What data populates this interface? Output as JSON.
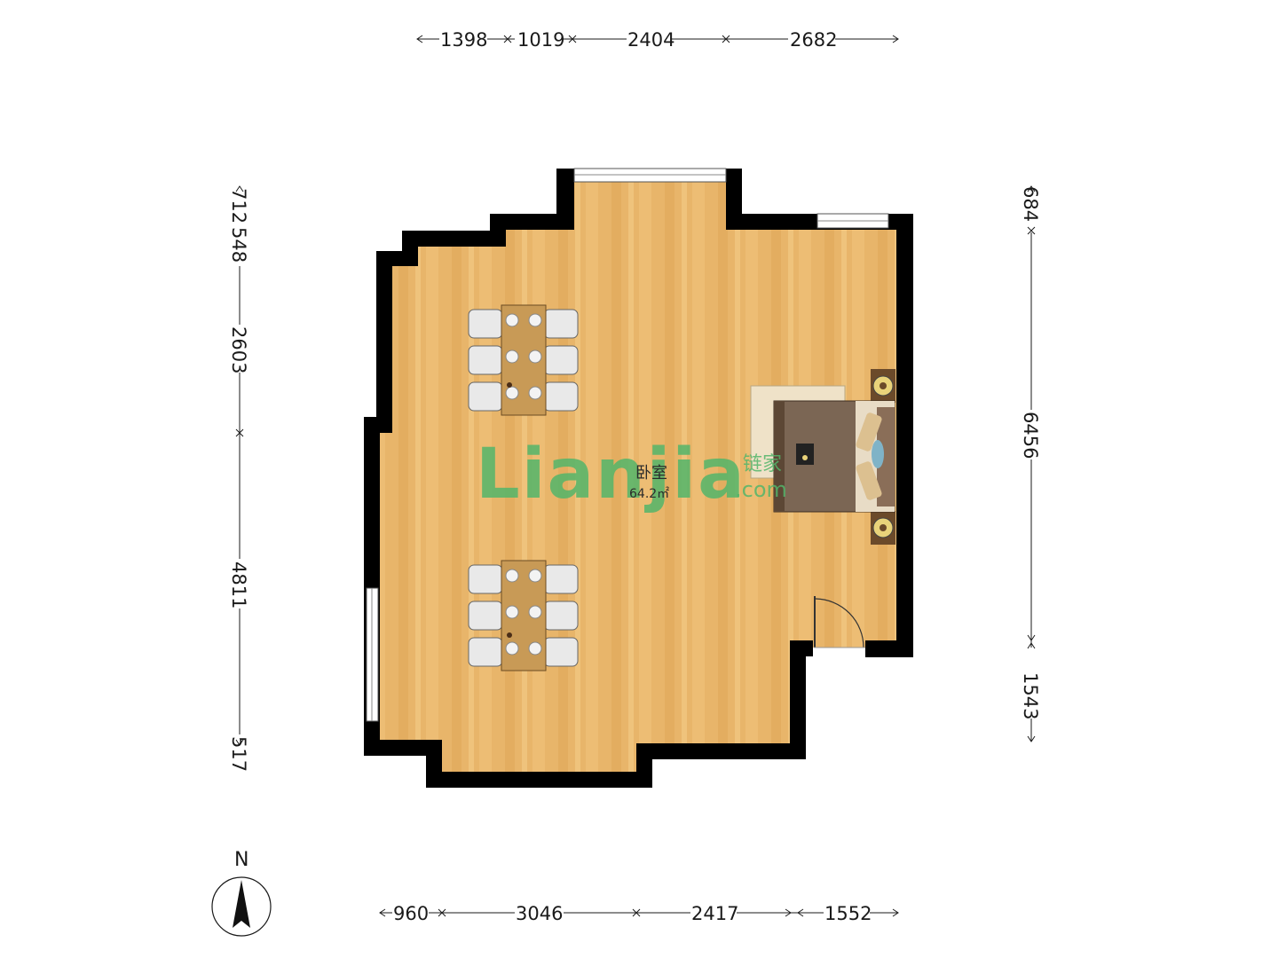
{
  "dimensions": {
    "top": [
      "1398",
      "1019",
      "2404",
      "2682"
    ],
    "bottom": [
      "960",
      "3046",
      "2417",
      "1552"
    ],
    "left": [
      "712",
      "548",
      "2603",
      "4811",
      "517"
    ],
    "right": [
      "684",
      "6456",
      "1543"
    ]
  },
  "room": {
    "name": "卧室",
    "area": "64.2㎡"
  },
  "watermark": {
    "latin": "Lianjia",
    "cn": "链家",
    "com": ".com"
  },
  "compass": {
    "label": "N"
  },
  "colors": {
    "floor": "#e8b56a",
    "wall": "#000000",
    "watermark": "#52b56a"
  }
}
